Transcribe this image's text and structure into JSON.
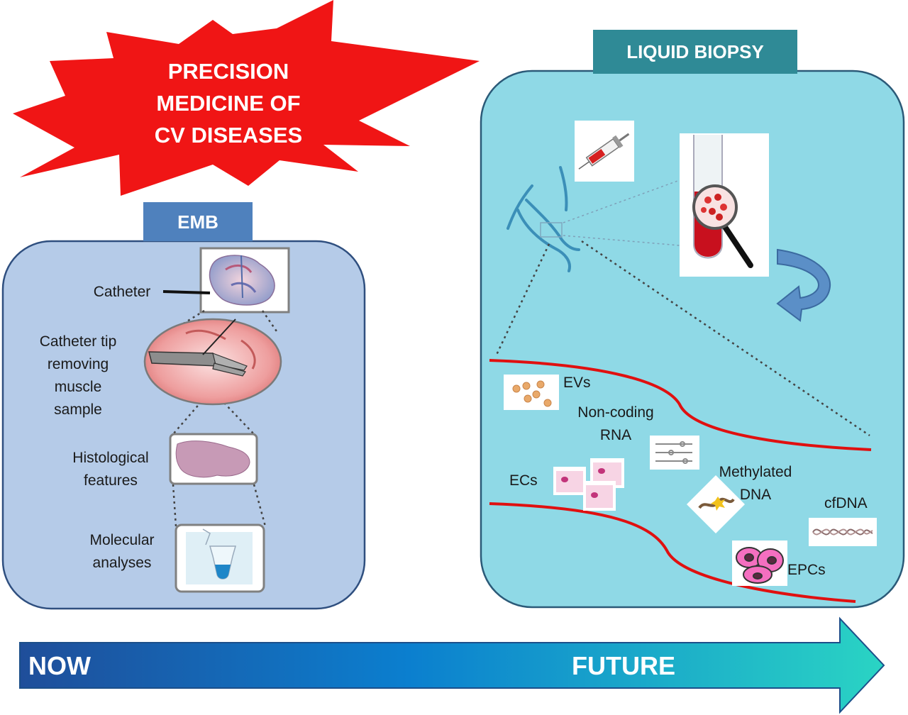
{
  "starburst": {
    "lines": [
      "PRECISION",
      "MEDICINE OF",
      "CV DISEASES"
    ]
  },
  "emb": {
    "header": "EMB",
    "labels": {
      "catheter": "Catheter",
      "catheter_tip": [
        "Catheter tip",
        "removing",
        "muscle",
        "sample"
      ],
      "histological": [
        "Histological",
        "features"
      ],
      "molecular": [
        "Molecular",
        "analyses"
      ]
    }
  },
  "liquid_biopsy": {
    "header": "LIQUID BIOPSY",
    "labels": {
      "evs": "EVs",
      "noncoding": [
        "Non-coding",
        "RNA"
      ],
      "ecs": "ECs",
      "methylated": [
        "Methylated",
        "DNA"
      ],
      "cfdna": "cfDNA",
      "epcs": "EPCs"
    }
  },
  "timeline": {
    "start": "NOW",
    "end": "FUTURE"
  },
  "colors": {
    "burst": "#f01515",
    "emb_panel": "#b5cbe8",
    "emb_header": "#4f81bd",
    "lb_panel": "#8fd9e6",
    "lb_header": "#2f8a96",
    "vessel_line": "#e01010",
    "arrow_start": "#1f4e9a",
    "arrow_end": "#2ad4c4"
  }
}
